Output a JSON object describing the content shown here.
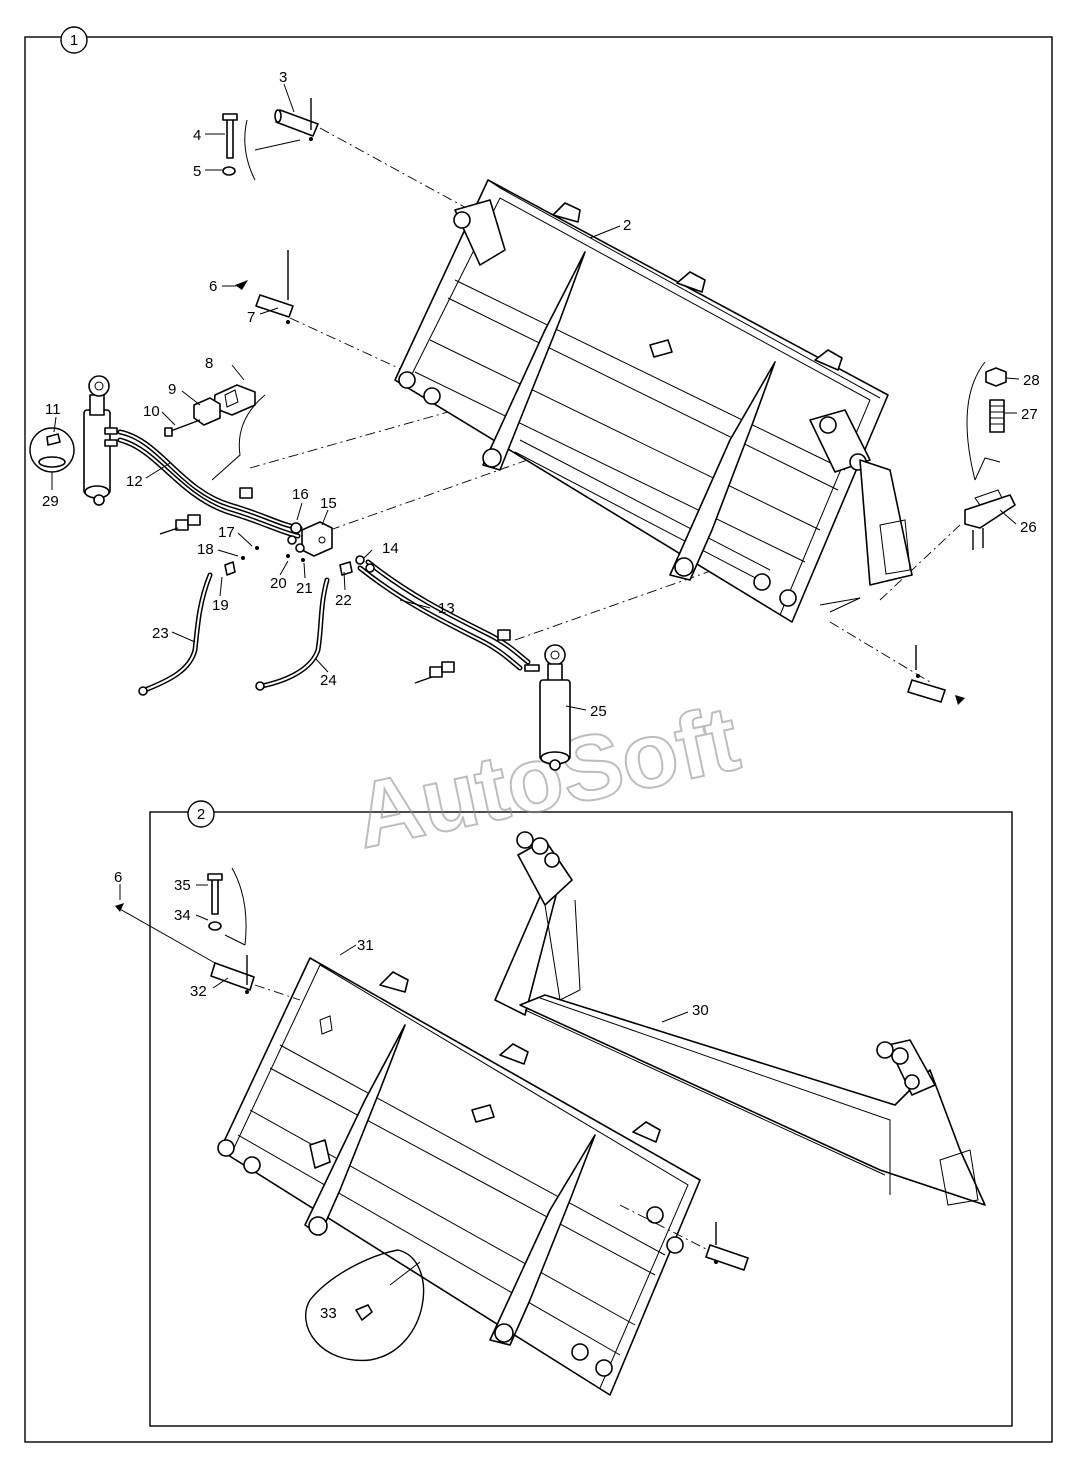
{
  "sections": [
    {
      "label": "1"
    },
    {
      "label": "2"
    }
  ],
  "watermark": "AutoSoft",
  "callouts": {
    "c2": "2",
    "c3": "3",
    "c4": "4",
    "c5": "5",
    "c6a": "6",
    "c6b": "6",
    "c7": "7",
    "c8": "8",
    "c9": "9",
    "c10": "10",
    "c11": "11",
    "c12": "12",
    "c13": "13",
    "c14": "14",
    "c15": "15",
    "c16": "16",
    "c17": "17",
    "c18": "18",
    "c19": "19",
    "c20": "20",
    "c21": "21",
    "c22": "22",
    "c23": "23",
    "c24": "24",
    "c25": "25",
    "c26": "26",
    "c27": "27",
    "c28": "28",
    "c29": "29",
    "c30": "30",
    "c31": "31",
    "c32": "32",
    "c33": "33",
    "c34": "34",
    "c35": "35"
  }
}
